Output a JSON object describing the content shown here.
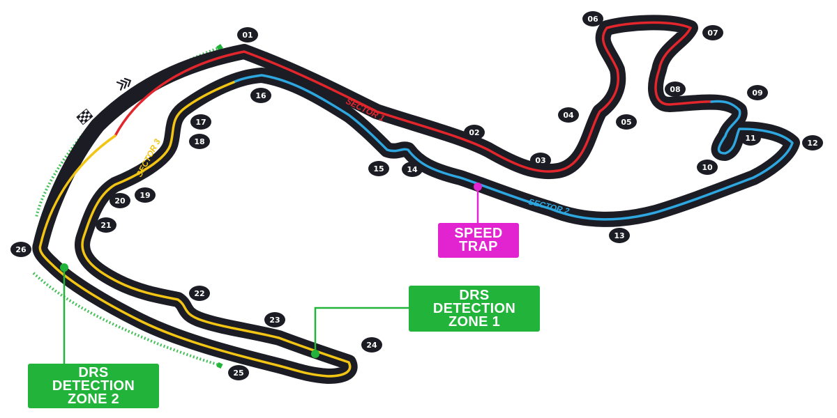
{
  "colors": {
    "track": "#1c1c24",
    "sector1": "#e3262c",
    "sector2": "#2ea6df",
    "sector3": "#f2c514",
    "drs_green": "#22b43a",
    "speed_trap": "#e224d0",
    "badge": "#1c1c24"
  },
  "sectors": [
    {
      "id": "s1",
      "label": "SECTOR 1"
    },
    {
      "id": "s2",
      "label": "SECTOR 2"
    },
    {
      "id": "s3",
      "label": "SECTOR 3"
    }
  ],
  "turns": [
    "01",
    "02",
    "03",
    "04",
    "05",
    "06",
    "07",
    "08",
    "09",
    "10",
    "11",
    "12",
    "13",
    "14",
    "15",
    "16",
    "17",
    "18",
    "19",
    "20",
    "21",
    "22",
    "23",
    "24",
    "25",
    "26"
  ],
  "callouts": {
    "speed_trap": {
      "line1": "SPEED",
      "line2": "TRAP"
    },
    "drs1": {
      "line1": "DRS",
      "line2": "DETECTION",
      "line3": "ZONE 1"
    },
    "drs2": {
      "line1": "DRS",
      "line2": "DETECTION",
      "line3": "ZONE 2"
    }
  },
  "icons": [
    "chequered-flag-icon",
    "drs-arrows-icon"
  ]
}
